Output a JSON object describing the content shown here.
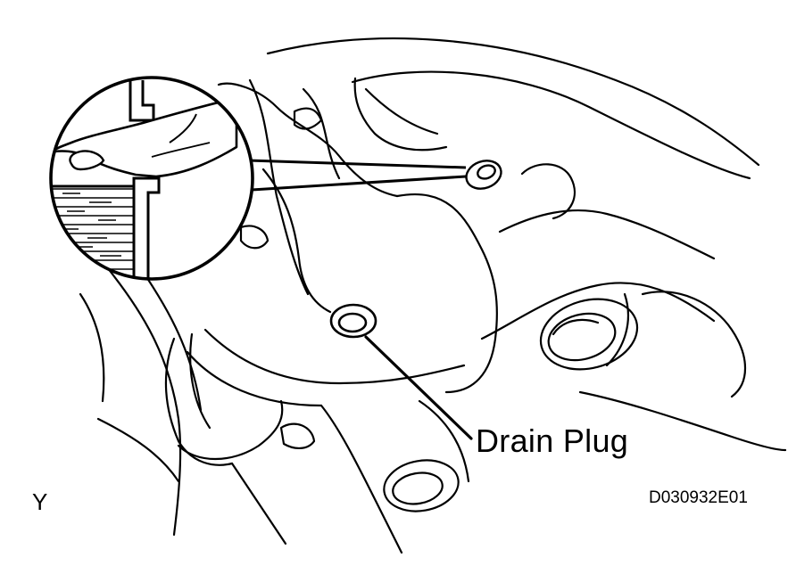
{
  "labels": {
    "drain_plug": "Drain Plug",
    "corner_mark": "Y",
    "figure_code": "D030932E01"
  },
  "colors": {
    "line": "#000000",
    "background": "#ffffff"
  }
}
